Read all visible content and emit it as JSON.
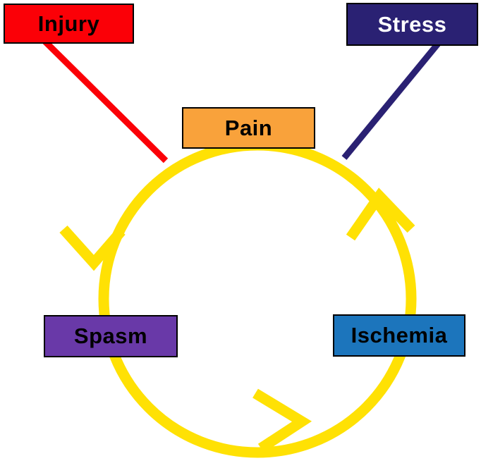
{
  "diagram": {
    "type": "cycle-diagram",
    "nodes": {
      "injury": {
        "label": "Injury",
        "fill": "#FB0007",
        "text_color": "#000000"
      },
      "stress": {
        "label": "Stress",
        "fill": "#2A2173",
        "text_color": "#FFFFFF"
      },
      "pain": {
        "label": "Pain",
        "fill": "#F9A23B",
        "text_color": "#000000"
      },
      "spasm": {
        "label": "Spasm",
        "fill": "#6939A8",
        "text_color": "#000000"
      },
      "ischemia": {
        "label": "Ischemia",
        "fill": "#1C75BC",
        "text_color": "#000000"
      }
    },
    "cycle": {
      "color": "#FFE104",
      "direction": "counterclockwise",
      "sequence": [
        "Pain",
        "Spasm",
        "Ischemia"
      ]
    },
    "connectors": [
      {
        "from": "Injury",
        "to": "cycle",
        "color": "#FB0007"
      },
      {
        "from": "Stress",
        "to": "cycle",
        "color": "#2A2173"
      }
    ]
  }
}
